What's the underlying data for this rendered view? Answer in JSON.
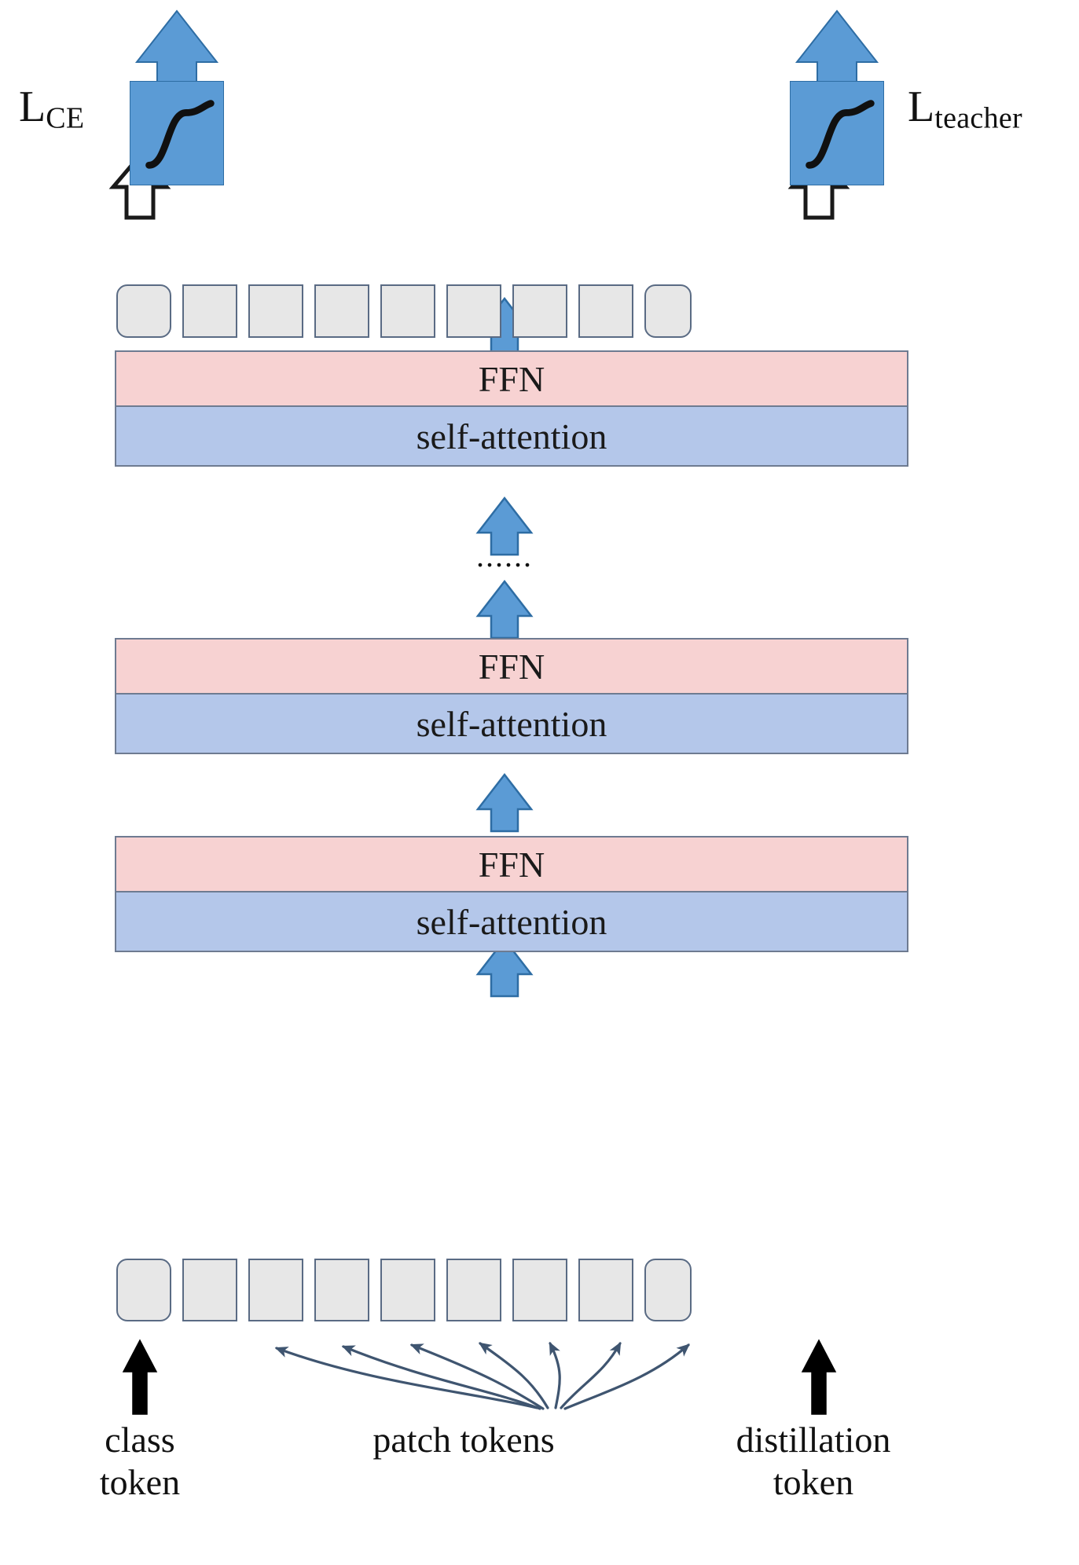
{
  "diagram": {
    "title": "DeiT distillation transformer architecture",
    "colors": {
      "softmax_fill": "#5B9BD5",
      "softmax_stroke": "#2E6DA4",
      "blue_arrow_fill": "#5B9BD5",
      "blue_arrow_stroke": "#2E6DA4",
      "token_fill": "#E7E7E7",
      "token_stroke": "#5A6B84",
      "ffn_fill": "#F7D2D2",
      "attention_fill": "#B4C7EA",
      "block_stroke": "#6E7B91",
      "curve_stroke": "#3F5570",
      "black_arrow": "#000000",
      "background": "#FFFFFF"
    },
    "losses": [
      {
        "name": "ce-loss",
        "base": "L",
        "subscript": "CE"
      },
      {
        "name": "teacher-loss",
        "base": "L",
        "subscript": "teacher"
      }
    ],
    "softmax_heads": [
      {
        "name": "class-softmax-head",
        "icon": "sigmoid-curve-icon"
      },
      {
        "name": "distillation-softmax-head",
        "icon": "sigmoid-curve-icon"
      }
    ],
    "blocks": [
      {
        "id": "block-top",
        "ffn_label": "FFN",
        "attn_label": "self-attention"
      },
      {
        "id": "block-middle",
        "ffn_label": "FFN",
        "attn_label": "self-attention"
      },
      {
        "id": "block-bottom",
        "ffn_label": "FFN",
        "attn_label": "self-attention"
      }
    ],
    "ellipsis": "......",
    "token_count": 9,
    "output_tokens": [
      {
        "role": "class"
      },
      {
        "role": "patch"
      },
      {
        "role": "patch"
      },
      {
        "role": "patch"
      },
      {
        "role": "patch"
      },
      {
        "role": "patch"
      },
      {
        "role": "patch"
      },
      {
        "role": "patch"
      },
      {
        "role": "distillation"
      }
    ],
    "input_tokens": [
      {
        "role": "class"
      },
      {
        "role": "patch"
      },
      {
        "role": "patch"
      },
      {
        "role": "patch"
      },
      {
        "role": "patch"
      },
      {
        "role": "patch"
      },
      {
        "role": "patch"
      },
      {
        "role": "patch"
      },
      {
        "role": "distillation"
      }
    ],
    "captions": [
      {
        "name": "class-token-caption",
        "text": "class\ntoken"
      },
      {
        "name": "patch-tokens-caption",
        "text": "patch  tokens"
      },
      {
        "name": "distillation-token-caption",
        "text": "distillation\ntoken"
      }
    ]
  }
}
